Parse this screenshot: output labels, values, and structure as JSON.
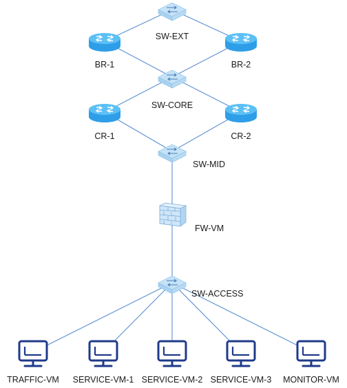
{
  "diagram": {
    "nodes": [
      {
        "id": "sw-ext",
        "type": "switch",
        "label": "SW-EXT"
      },
      {
        "id": "br-1",
        "type": "router",
        "label": "BR-1"
      },
      {
        "id": "br-2",
        "type": "router",
        "label": "BR-2"
      },
      {
        "id": "sw-core",
        "type": "switch",
        "label": "SW-CORE"
      },
      {
        "id": "cr-1",
        "type": "router",
        "label": "CR-1"
      },
      {
        "id": "cr-2",
        "type": "router",
        "label": "CR-2"
      },
      {
        "id": "sw-mid",
        "type": "switch",
        "label": "SW-MID"
      },
      {
        "id": "fw-vm",
        "type": "firewall",
        "label": "FW-VM"
      },
      {
        "id": "sw-access",
        "type": "switch",
        "label": "SW-ACCESS"
      },
      {
        "id": "traffic-vm",
        "type": "computer",
        "label": "TRAFFIC-VM"
      },
      {
        "id": "service-vm-1",
        "type": "computer",
        "label": "SERVICE-VM-1"
      },
      {
        "id": "service-vm-2",
        "type": "computer",
        "label": "SERVICE-VM-2"
      },
      {
        "id": "service-vm-3",
        "type": "computer",
        "label": "SERVICE-VM-3"
      },
      {
        "id": "monitor-vm",
        "type": "computer",
        "label": "MONITOR-VM"
      }
    ],
    "links": [
      [
        "br-1",
        "sw-ext"
      ],
      [
        "sw-ext",
        "br-2"
      ],
      [
        "br-1",
        "sw-core"
      ],
      [
        "sw-core",
        "br-2"
      ],
      [
        "cr-1",
        "sw-core"
      ],
      [
        "sw-core",
        "cr-2"
      ],
      [
        "cr-1",
        "sw-mid"
      ],
      [
        "sw-mid",
        "cr-2"
      ],
      [
        "sw-mid",
        "fw-vm"
      ],
      [
        "fw-vm",
        "sw-access"
      ],
      [
        "sw-access",
        "traffic-vm"
      ],
      [
        "sw-access",
        "service-vm-1"
      ],
      [
        "sw-access",
        "service-vm-2"
      ],
      [
        "sw-access",
        "service-vm-3"
      ],
      [
        "sw-access",
        "monitor-vm"
      ]
    ],
    "colors": {
      "link": "#5b8fd0",
      "router_fill": "#2e9ee8",
      "router_top": "#5cc0f5",
      "switch_fill": "#c5e2f7",
      "switch_edge": "#8cbfe6",
      "firewall_fill": "#d0e6f8",
      "computer_stroke": "#1e3a8a"
    }
  }
}
